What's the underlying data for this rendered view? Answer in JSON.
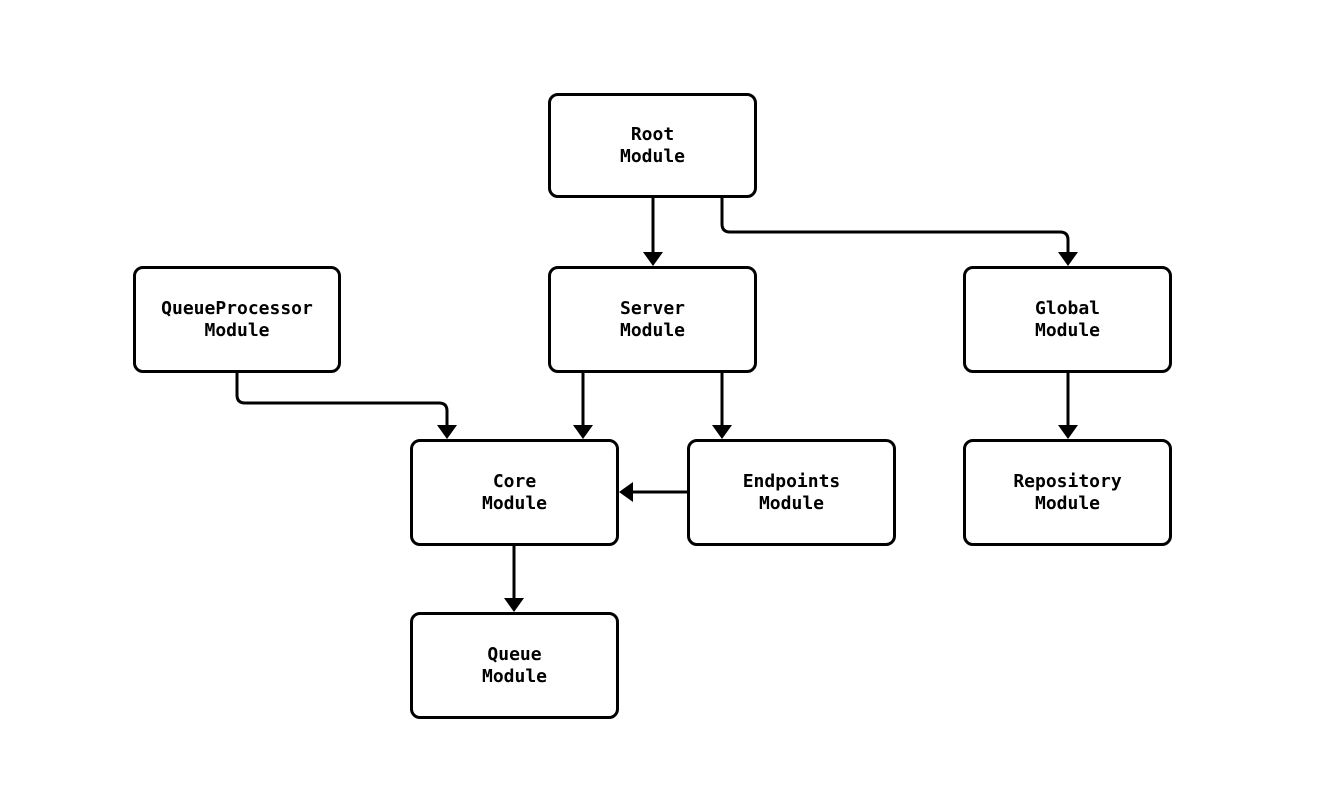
{
  "diagram": {
    "background_color": "#ffffff",
    "node_fill_color": "#ffffff",
    "stroke_color": "#000000",
    "text_color": "#000000",
    "nodes": [
      {
        "id": "root",
        "label": "Root\nModule"
      },
      {
        "id": "queueprocessor",
        "label": "QueueProcessor\nModule"
      },
      {
        "id": "server",
        "label": "Server\nModule"
      },
      {
        "id": "global",
        "label": "Global\nModule"
      },
      {
        "id": "core",
        "label": "Core\nModule"
      },
      {
        "id": "endpoints",
        "label": "Endpoints\nModule"
      },
      {
        "id": "repository",
        "label": "Repository\nModule"
      },
      {
        "id": "queue",
        "label": "Queue\nModule"
      }
    ],
    "edges": [
      {
        "from": "root",
        "to": "server"
      },
      {
        "from": "root",
        "to": "global"
      },
      {
        "from": "queueprocessor",
        "to": "core"
      },
      {
        "from": "server",
        "to": "core"
      },
      {
        "from": "server",
        "to": "endpoints"
      },
      {
        "from": "endpoints",
        "to": "core"
      },
      {
        "from": "global",
        "to": "repository"
      },
      {
        "from": "core",
        "to": "queue"
      }
    ]
  }
}
